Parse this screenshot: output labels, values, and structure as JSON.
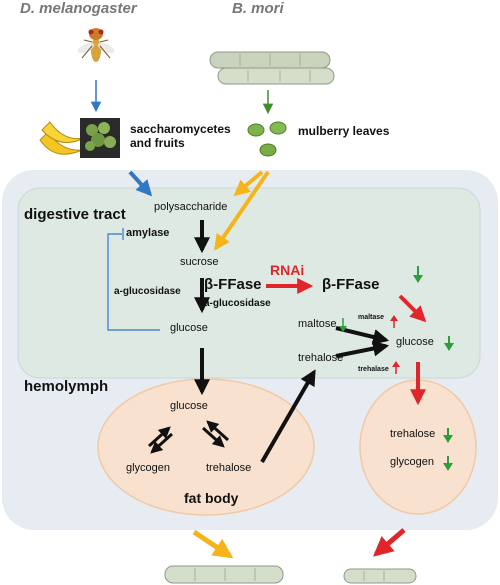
{
  "colors": {
    "blue": "#2f78c4",
    "green": "#3f8f2a",
    "yellow": "#f4b41a",
    "red": "#e0262b",
    "up_arrow": "#e0262b",
    "down_arrow": "#2e9e3a",
    "hemolymph_bg": "#e7ecf3",
    "digestive_bg": "#dfe9e4",
    "fatbody_bg": "#f8e1cf"
  },
  "species": {
    "drosophila": "D. melanogaster",
    "silkworm": "B. mori"
  },
  "sources": {
    "fly_food": "saccharomycetes\nand fruits",
    "silkworm_food": "mulberry leaves"
  },
  "regions": {
    "digestive_tract": "digestive tract",
    "hemolymph": "hemolymph",
    "fat_body": "fat body"
  },
  "metabolites": {
    "polysaccharide": "polysaccharide",
    "sucrose": "sucrose",
    "glucose_gut": "glucose",
    "glucose_fat": "glucose",
    "glycogen_fat": "glycogen",
    "trehalose_fat": "trehalose",
    "maltose": "maltose",
    "trehalose_hemo": "trehalose",
    "glucose_right": "glucose",
    "trehalose_right": "trehalose",
    "glycogen_right": "glycogen"
  },
  "enzymes": {
    "amylase": "amylase",
    "a_glucosidase_left": "a-glucosidase",
    "bffase": "β-FFase",
    "a_glucosidase_mid": "a-glucosidase",
    "bffase_rnai": "β-FFase",
    "maltase": "maltase",
    "trehalase": "trehalase"
  },
  "labels": {
    "rnai": "RNAi"
  },
  "icons": [
    "fruit-fly-icon",
    "banana-icon",
    "yeast-icon",
    "silkworm-icon",
    "mulberry-leaves-icon",
    "down-arrow-icon",
    "up-arrow-icon"
  ]
}
